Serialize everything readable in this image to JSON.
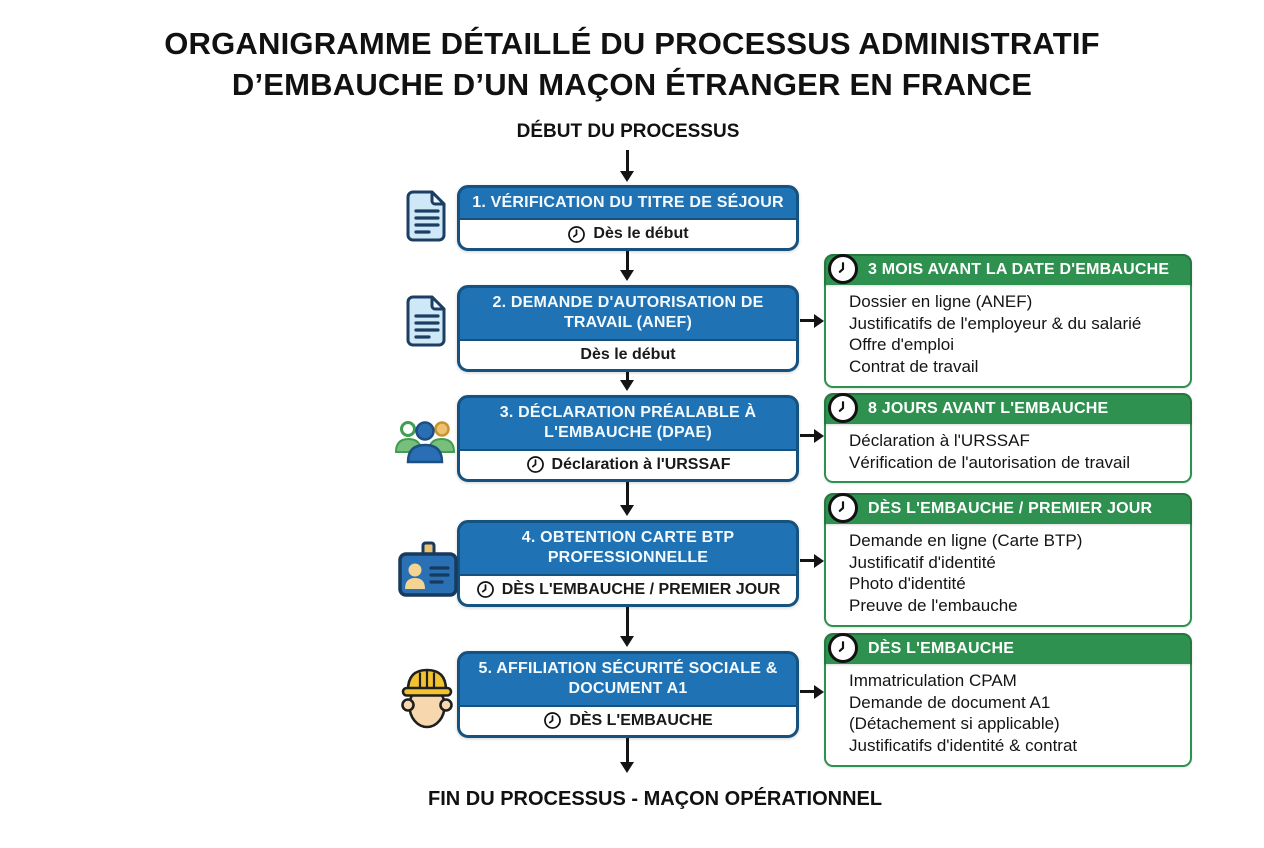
{
  "title": {
    "line1": "ORGANIGRAMME DÉTAILLÉ DU PROCESSUS ADMINISTRATIF",
    "line2": "D’EMBAUCHE D’UN MAÇON ÉTRANGER EN FRANCE"
  },
  "flow": {
    "start_label": "DÉBUT DU PROCESSUS",
    "end_label": "FIN DU PROCESSUS - MAÇON OPÉRATIONNEL"
  },
  "steps": [
    {
      "title": "1. VÉRIFICATION DU TITRE DE SÉJOUR",
      "timing": "Dès le début",
      "icon": "document-icon",
      "has_clock": true
    },
    {
      "title": "2. DEMANDE D'AUTORISATION DE TRAVAIL (ANEF)",
      "timing": "Dès le début",
      "icon": "document-icon",
      "has_clock": false
    },
    {
      "title": "3. DÉCLARATION PRÉALABLE À L'EMBAUCHE (DPAE)",
      "timing": "Déclaration à l'URSSAF",
      "icon": "people-icon",
      "has_clock": true
    },
    {
      "title": "4. OBTENTION CARTE BTP PROFESSIONNELLE",
      "timing": "DÈS L'EMBAUCHE / PREMIER JOUR",
      "icon": "id-card-icon",
      "has_clock": true
    },
    {
      "title": "5. AFFILIATION SÉCURITÉ SOCIALE & DOCUMENT A1",
      "timing": "DÈS L'EMBAUCHE",
      "icon": "worker-icon",
      "has_clock": true
    }
  ],
  "annotations": [
    {
      "header": "3 MOIS AVANT LA DATE D'EMBAUCHE",
      "items": [
        "Dossier en ligne (ANEF)",
        "Justificatifs de l'employeur & du salarié",
        "Offre d'emploi",
        "Contrat de travail"
      ]
    },
    {
      "header": "8 JOURS AVANT L'EMBAUCHE",
      "items": [
        "Déclaration à l'URSSAF",
        "Vérification de l'autorisation de travail"
      ]
    },
    {
      "header": "DÈS L'EMBAUCHE / PREMIER JOUR",
      "items": [
        "Demande en ligne (Carte BTP)",
        "Justificatif d'identité",
        "Photo d'identité",
        "Preuve de l'embauche"
      ]
    },
    {
      "header": "DÈS L'EMBAUCHE",
      "items": [
        "Immatriculation CPAM",
        "Demande de document A1",
        "(Détachement si applicable)",
        "Justificatifs d'identité & contrat"
      ]
    }
  ],
  "colors": {
    "step_blue": "#1f72b4",
    "step_border": "#16527f",
    "annotation_green": "#2e9150",
    "text_dark": "#141414"
  }
}
